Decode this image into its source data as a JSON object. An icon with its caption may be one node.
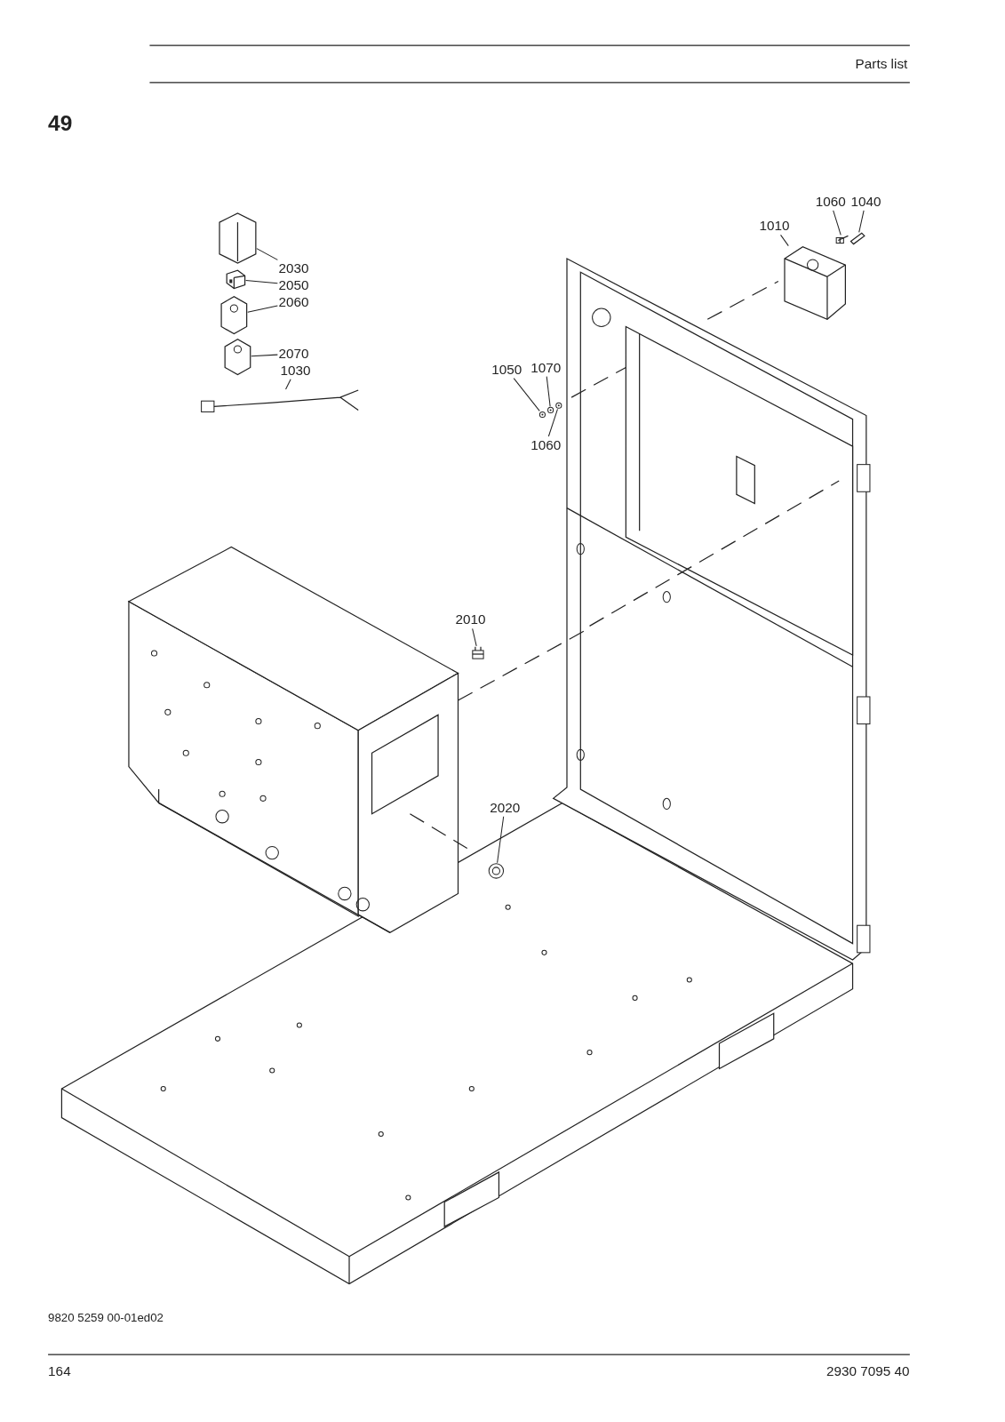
{
  "diagram": {
    "title": "49",
    "nodes": [
      {
        "text": [
          "1060"
        ]
      },
      {
        "text": [
          "1040"
        ]
      },
      {
        "text": [
          "1010"
        ]
      },
      {
        "text": [
          "2030"
        ]
      },
      {
        "text": [
          "2050"
        ]
      },
      {
        "text": [
          "2060"
        ]
      },
      {
        "text": [
          "2070"
        ]
      },
      {
        "text": [
          "1030"
        ]
      },
      {
        "text": [
          "1050"
        ]
      },
      {
        "text": [
          "1070"
        ]
      },
      {
        "text": [
          "1060"
        ]
      },
      {
        "text": [
          "2010"
        ]
      },
      {
        "text": [
          "2020"
        ]
      },
      {
        "text": [],
        "shape": "picture"
      },
      {
        "text": [],
        "shape": "picture"
      },
      {
        "text": [],
        "shape": "picture"
      },
      {
        "text": [],
        "shape": "picture"
      },
      {
        "text": [],
        "shape": "picture"
      },
      {
        "text": [],
        "shape": "picture"
      },
      {
        "text": [],
        "shape": "picture"
      },
      {
        "text": [],
        "shape": "picture"
      },
      {
        "text": [],
        "shape": "picture"
      },
      {
        "text": [],
        "shape": "picture"
      },
      {
        "text": [],
        "shape": "picture"
      },
      {
        "text": [],
        "shape": "picture"
      },
      {
        "text": [],
        "shape": "picture"
      }
    ],
    "edges": [
      {
        "from": 0,
        "to": 13,
        "arrow": "none"
      },
      {
        "from": 1,
        "to": 14,
        "arrow": "none"
      },
      {
        "from": 2,
        "to": 15,
        "arrow": "none"
      },
      {
        "from": 3,
        "to": 16,
        "arrow": "none"
      },
      {
        "from": 4,
        "to": 17,
        "arrow": "none"
      },
      {
        "from": 5,
        "to": 18,
        "arrow": "none"
      },
      {
        "from": 6,
        "to": 19,
        "arrow": "none"
      },
      {
        "from": 7,
        "to": 20,
        "arrow": "none"
      },
      {
        "from": 8,
        "to": 21,
        "arrow": "none"
      },
      {
        "from": 9,
        "to": 22,
        "arrow": "none"
      },
      {
        "from": 10,
        "to": 23,
        "arrow": "none"
      },
      {
        "from": 11,
        "to": 24,
        "arrow": "none"
      },
      {
        "from": 12,
        "to": 25,
        "arrow": "none"
      }
    ],
    "labels": [
      "Parts list",
      "9820 5259 00-01ed02",
      "164",
      "2930 7095 40"
    ]
  }
}
